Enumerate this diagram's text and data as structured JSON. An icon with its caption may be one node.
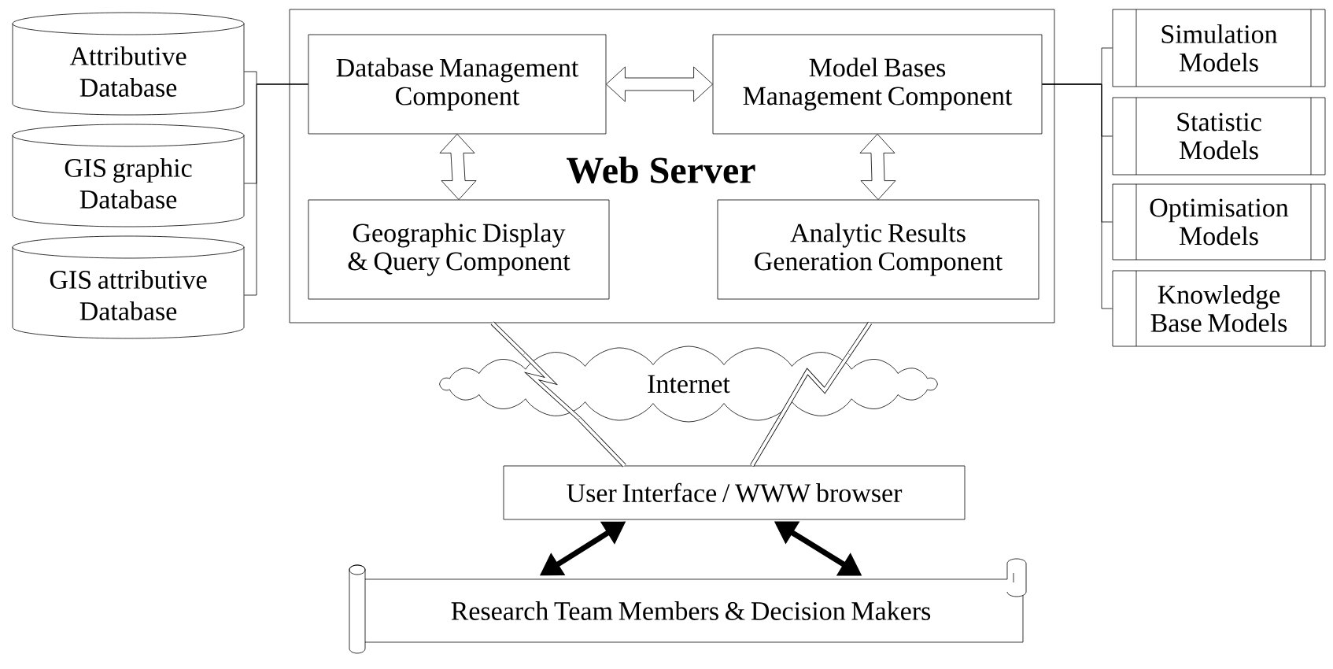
{
  "diagram": {
    "nodes": [
      {
        "text": [
          "Attributive Database"
        ]
      },
      {
        "text": [
          "GIS graphic Database"
        ]
      },
      {
        "text": [
          "GIS attributive Database"
        ]
      },
      {
        "text": [
          "Web Server"
        ]
      },
      {
        "text": [
          "Database Management Component"
        ],
        "in": 3
      },
      {
        "text": [
          "Model Bases Management Component"
        ],
        "in": 3
      },
      {
        "text": [
          "Geographic Display & Query Component"
        ],
        "in": 3
      },
      {
        "text": [
          "Analytic Results Generation Component"
        ],
        "in": 3
      },
      {
        "text": [
          "Simulation Models"
        ]
      },
      {
        "text": [
          "Statistic Models"
        ]
      },
      {
        "text": [
          "Optimisation Models"
        ]
      },
      {
        "text": [
          "Knowledge Base Models"
        ]
      },
      {
        "text": [
          "Internet"
        ]
      },
      {
        "text": [
          "User Interface / WWW browser"
        ]
      },
      {
        "text": [
          "Research Team Members & Decision Makers"
        ]
      }
    ],
    "edges": [
      {
        "from": 0,
        "to": 4,
        "arrow": "none"
      },
      {
        "from": 1,
        "to": 4,
        "arrow": "none"
      },
      {
        "from": 2,
        "to": 4,
        "arrow": "none"
      },
      {
        "from": 4,
        "to": 5,
        "arrow": "both",
        "style": "thick"
      },
      {
        "from": 4,
        "to": 6,
        "arrow": "both",
        "style": "thick"
      },
      {
        "from": 5,
        "to": 7,
        "arrow": "both",
        "style": "thick"
      },
      {
        "from": 5,
        "to": 8,
        "arrow": "none"
      },
      {
        "from": 5,
        "to": 9,
        "arrow": "none"
      },
      {
        "from": 5,
        "to": 10,
        "arrow": "none"
      },
      {
        "from": 5,
        "to": 11,
        "arrow": "none"
      },
      {
        "from": 3,
        "to": 12,
        "arrow": "none",
        "style": "thick"
      },
      {
        "from": 12,
        "to": 13,
        "arrow": "none",
        "style": "thick"
      },
      {
        "from": 3,
        "to": 12,
        "arrow": "none",
        "style": "thick"
      },
      {
        "from": 12,
        "to": 13,
        "arrow": "none",
        "style": "thick"
      },
      {
        "from": 13,
        "to": 14,
        "arrow": "both",
        "style": "thick"
      },
      {
        "from": 13,
        "to": 14,
        "arrow": "both",
        "style": "thick"
      }
    ]
  }
}
